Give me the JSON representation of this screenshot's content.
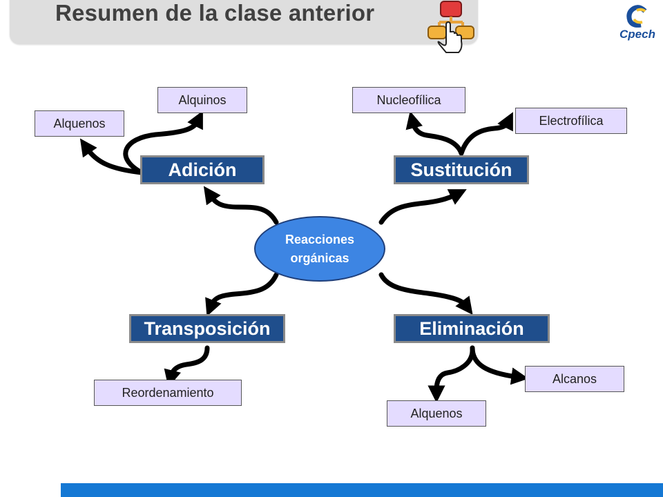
{
  "title": "Resumen de la clase anterior",
  "logo_text": "Cpech",
  "center": {
    "line1": "Reacciones",
    "line2": "orgánicas"
  },
  "categories": {
    "adicion": "Adición",
    "sustitucion": "Sustitución",
    "transposicion": "Transposición",
    "eliminacion": "Eliminación"
  },
  "subtypes": {
    "adicion": [
      "Alquenos",
      "Alquinos"
    ],
    "sustitucion": [
      "Nucleofílica",
      "Electrofílica"
    ],
    "transposicion": [
      "Reordenamiento"
    ],
    "eliminacion": [
      "Alcanos",
      "Alquenos"
    ]
  },
  "colors": {
    "category_fill": "#1f4e8c",
    "subtype_fill": "#e4dcff",
    "center_fill": "#3d85e3",
    "accent_bar": "#1578d4",
    "title_bar": "#dedede",
    "arrow": "#000000"
  }
}
